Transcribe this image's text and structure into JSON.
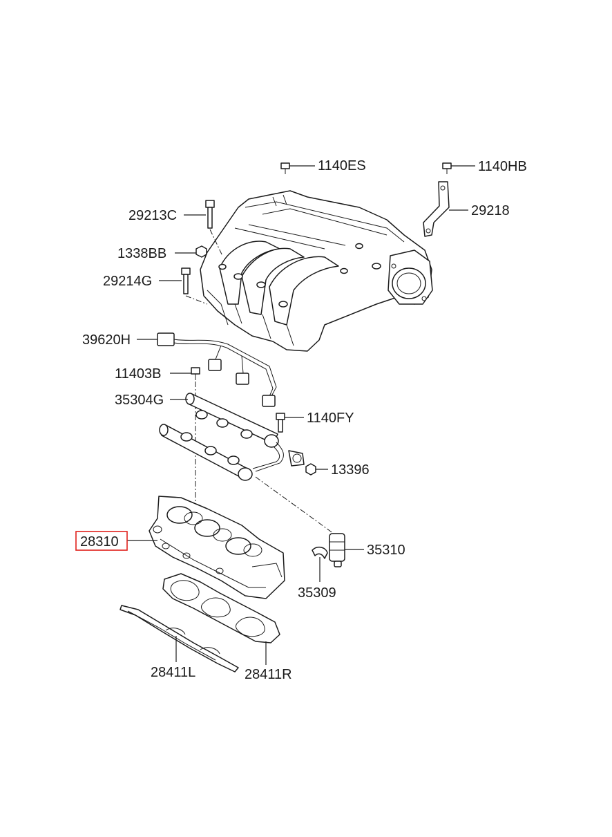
{
  "diagram": {
    "highlight_color": "#e0201b",
    "highlighted_part": "28310",
    "parts": {
      "p1140ES": "1140ES",
      "p1140HB": "1140HB",
      "p29213C": "29213C",
      "p29218": "29218",
      "p1338BB": "1338BB",
      "p29214G": "29214G",
      "p39620H": "39620H",
      "p11403B": "11403B",
      "p35304G": "35304G",
      "p1140FY": "1140FY",
      "p13396": "13396",
      "p28310": "28310",
      "p35310": "35310",
      "p35309": "35309",
      "p28411L": "28411L",
      "p28411R": "28411R"
    }
  }
}
